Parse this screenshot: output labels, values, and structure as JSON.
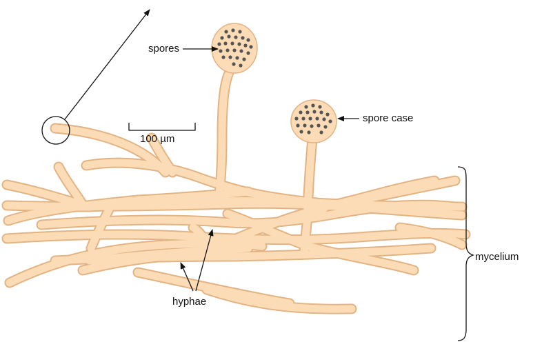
{
  "labels": {
    "spores": "spores",
    "spore_case": "spore case",
    "scale_bar": "100 µm",
    "hyphae": "hyphae",
    "mycelium": "mycelium"
  },
  "colors": {
    "hypha_fill": "#fcdcb6",
    "hypha_edge": "#e2b383",
    "spore_dot": "#555555",
    "line": "#111111"
  }
}
